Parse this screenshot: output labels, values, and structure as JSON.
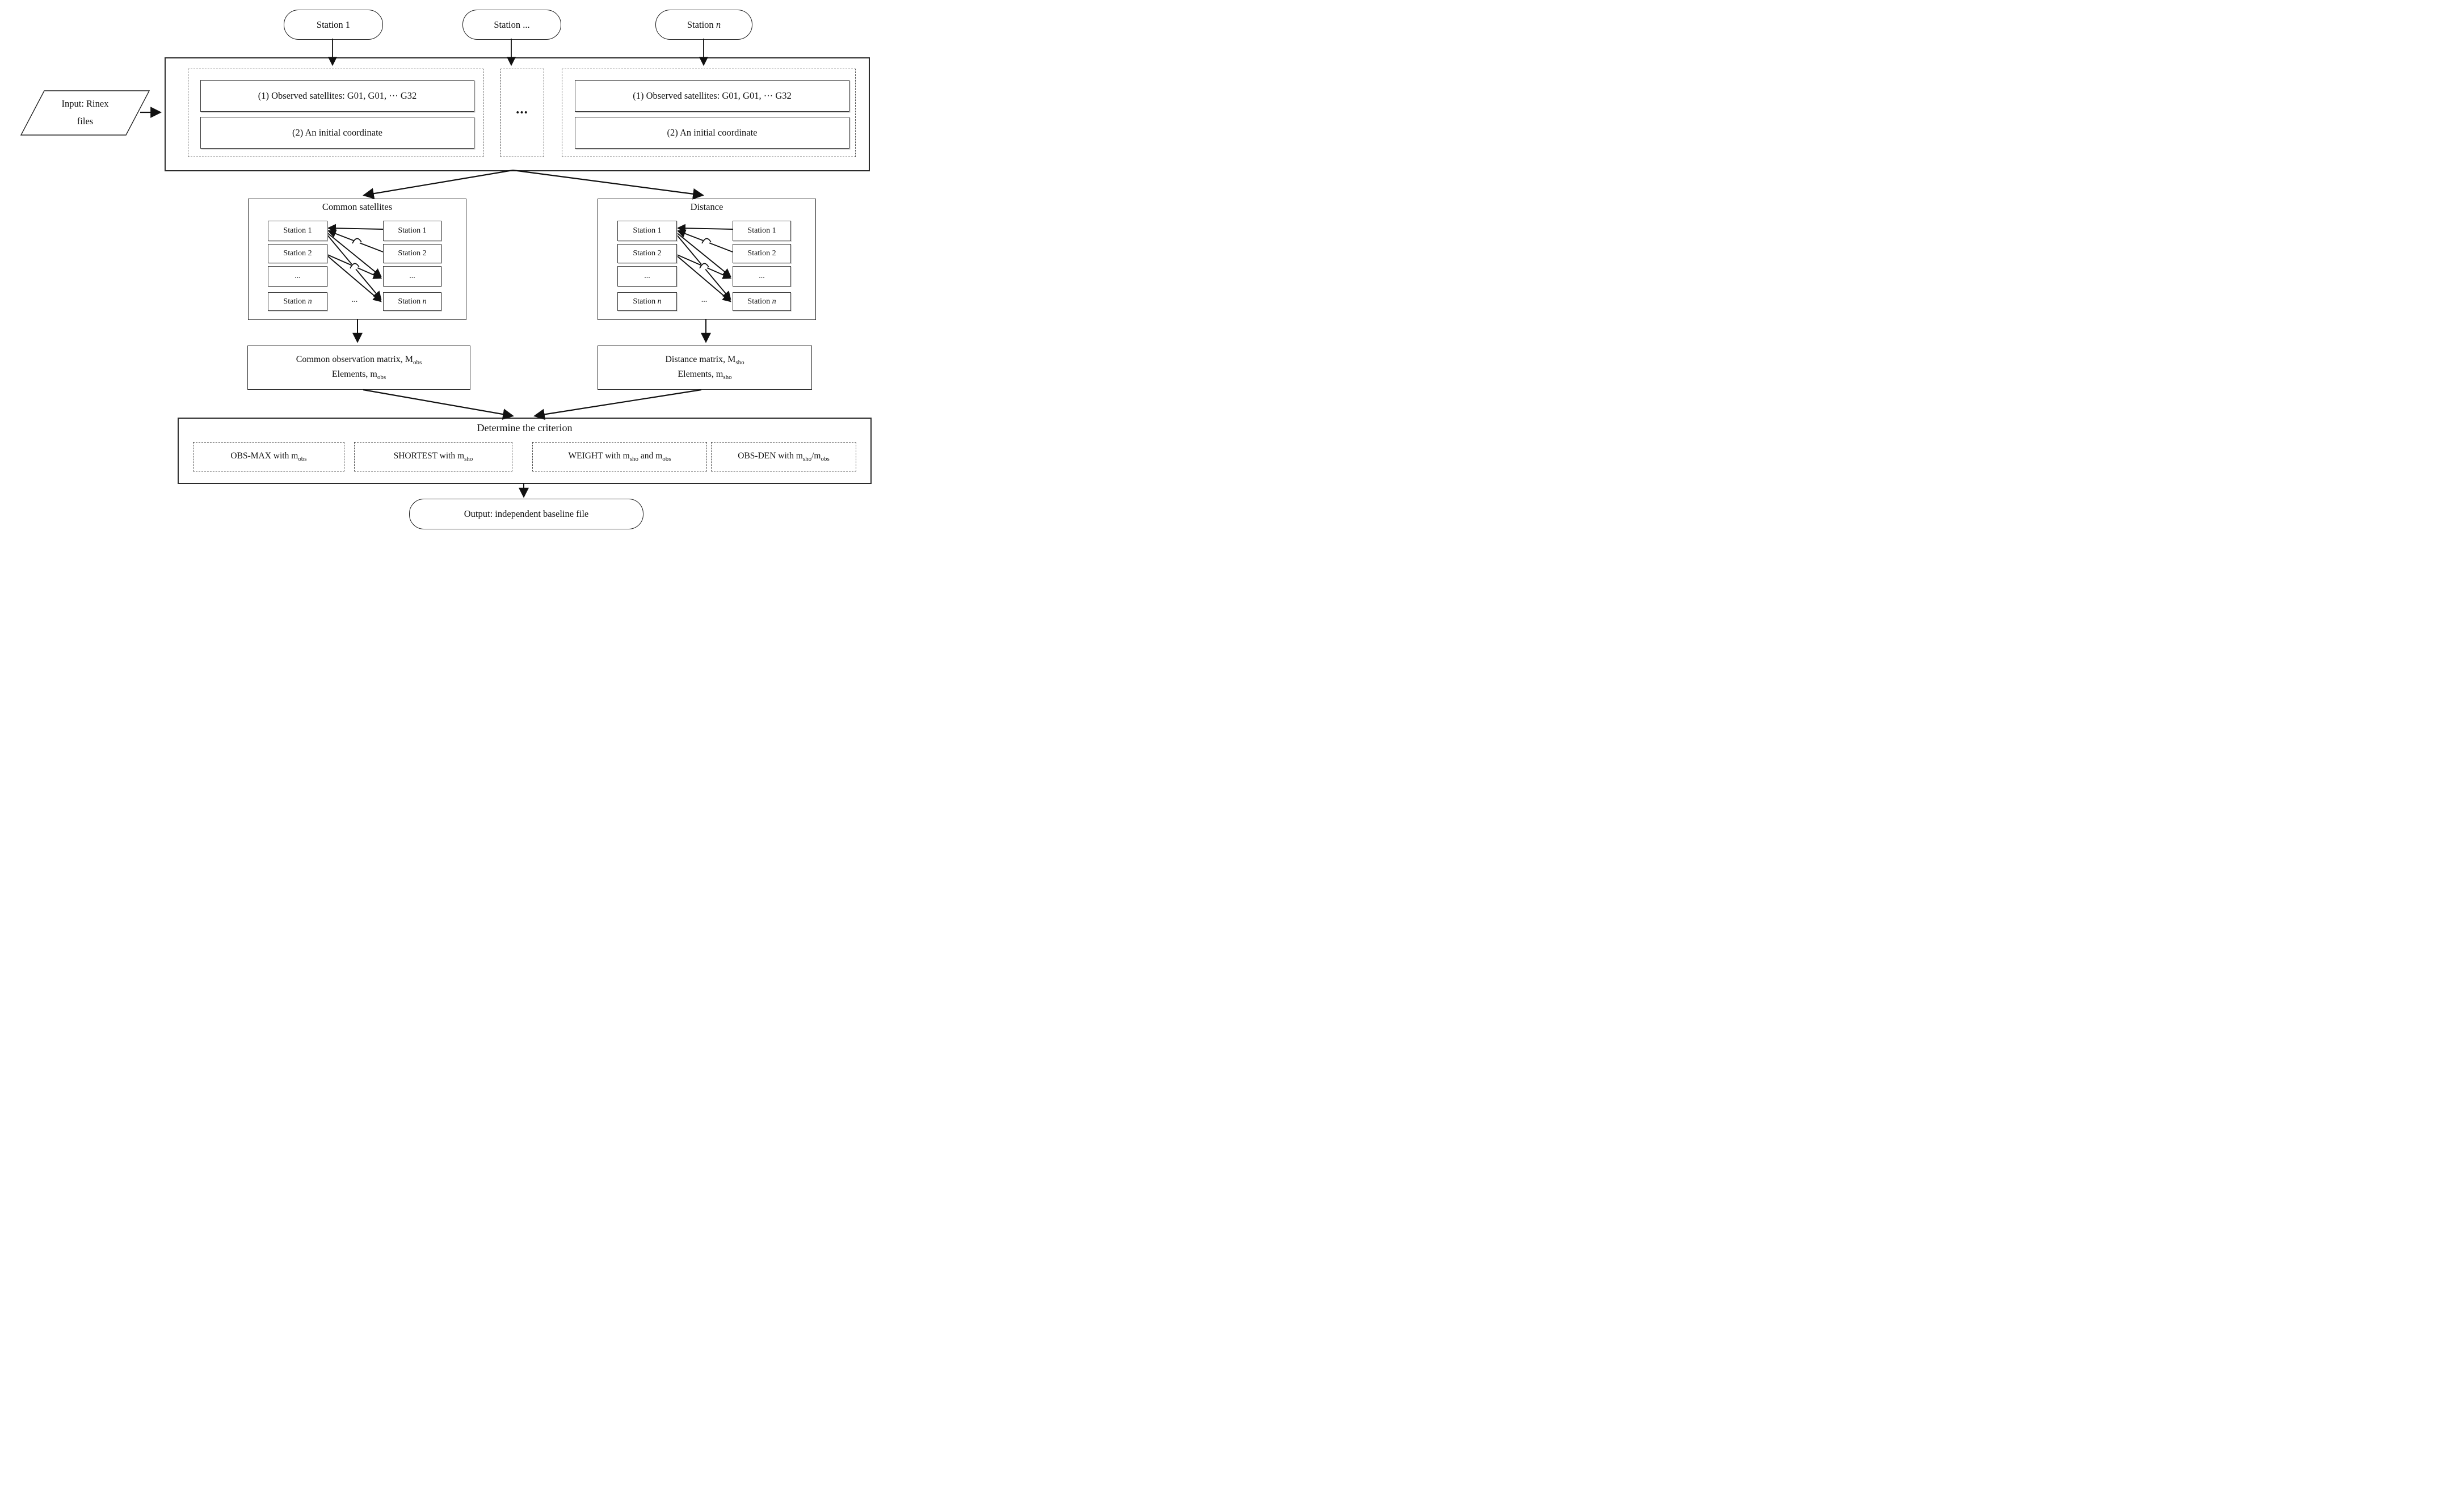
{
  "ovals": {
    "station1": "Station 1",
    "station_dots": "Station ...",
    "station_n_prefix": "Station ",
    "station_n": "n"
  },
  "input_shape": {
    "line1": "Input: Rinex",
    "line2": "files"
  },
  "records": {
    "observed": "(1) Observed satellites: G01, G01, ⋯ G32",
    "coordinate": "(2) An initial coordinate",
    "between_dots": "•••"
  },
  "network": {
    "common_title": "Common satellites",
    "distance_title": "Distance",
    "row1": "Station 1",
    "row2": "Station 2",
    "row3": "...",
    "row_n_prefix": "Station ",
    "row_n": "n",
    "center_dots": "..."
  },
  "matrices": {
    "left": {
      "line1": "Common observation matrix, M",
      "line1_sub": "obs",
      "line2": "Elements, m",
      "line2_sub": "obs"
    },
    "right": {
      "line1": "Distance matrix, M",
      "line1_sub": "sho",
      "line2": "Elements, m",
      "line2_sub": "sho"
    }
  },
  "criterion": {
    "title": "Determine the criterion",
    "items": [
      {
        "p0": "OBS-MAX with m",
        "s0": "obs"
      },
      {
        "p0": "SHORTEST with m",
        "s0": "sho"
      },
      {
        "p0": "WEIGHT with m",
        "s0": "sho",
        "p1": " and m",
        "s1": "obs"
      },
      {
        "p0": "OBS-DEN with m",
        "s0": "sho",
        "p1": "/m",
        "s1": "obs"
      }
    ]
  },
  "output_oval": {
    "label": "Output: independent baseline file"
  },
  "colors": {
    "line": "#1a1a1a"
  }
}
